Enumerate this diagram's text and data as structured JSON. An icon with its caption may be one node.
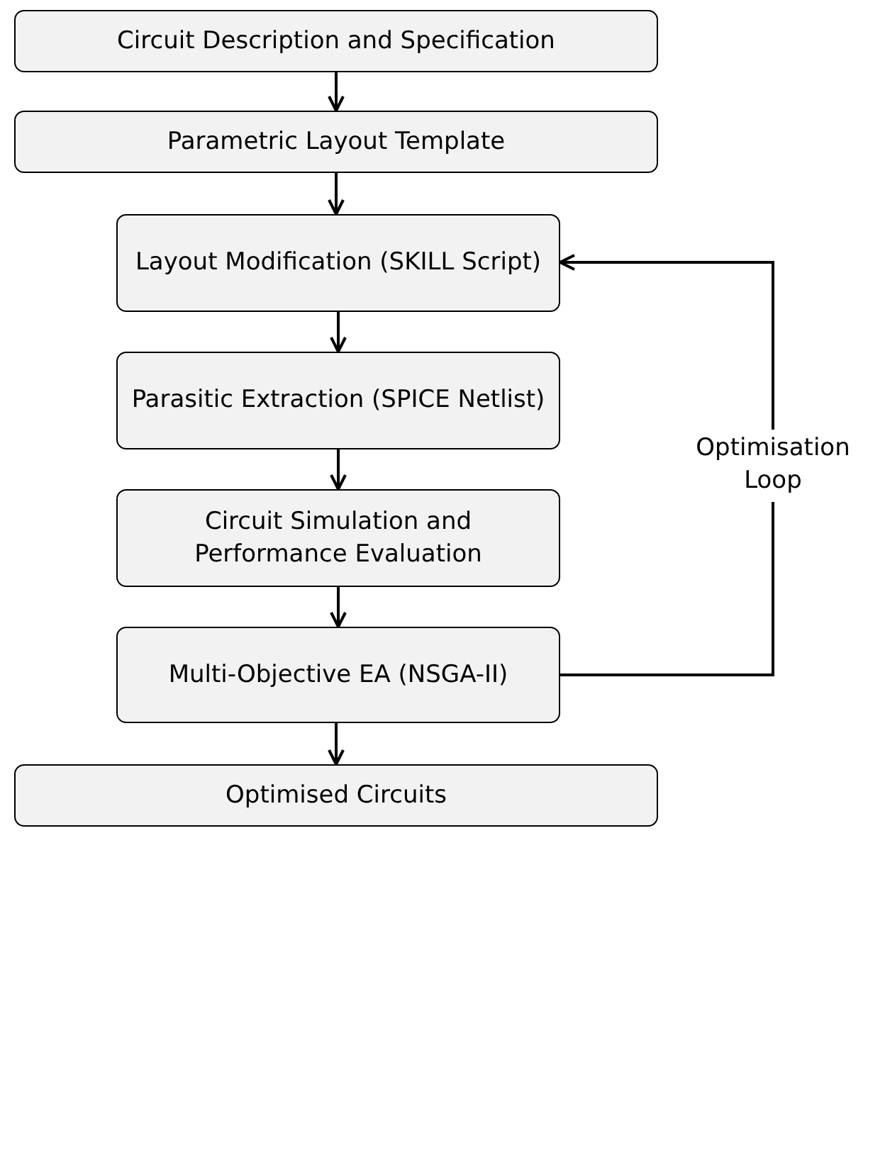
{
  "diagram": {
    "nodes": [
      {
        "text": [
          "Circuit Description and Specification"
        ]
      },
      {
        "text": [
          "Parametric Layout Template"
        ]
      },
      {
        "text": [
          "Layout Modification (SKILL Script)"
        ]
      },
      {
        "text": [
          "Parasitic Extraction (SPICE Netlist)"
        ]
      },
      {
        "text": [
          "Circuit Simulation and Performance Evaluation"
        ]
      },
      {
        "text": [
          "Multi-Objective EA (NSGA-II)"
        ]
      },
      {
        "text": [
          "Optimised Circuits"
        ]
      }
    ],
    "edges": [
      {
        "from": 0,
        "to": 1,
        "arrow": "to"
      },
      {
        "from": 1,
        "to": 2,
        "arrow": "to"
      },
      {
        "from": 2,
        "to": 3,
        "arrow": "to"
      },
      {
        "from": 3,
        "to": 4,
        "arrow": "to"
      },
      {
        "from": 4,
        "to": 5,
        "arrow": "to"
      },
      {
        "from": 5,
        "to": 6,
        "arrow": "to"
      },
      {
        "from": 5,
        "to": 2,
        "arrow": "to",
        "label": "Optimisation Loop"
      }
    ]
  }
}
